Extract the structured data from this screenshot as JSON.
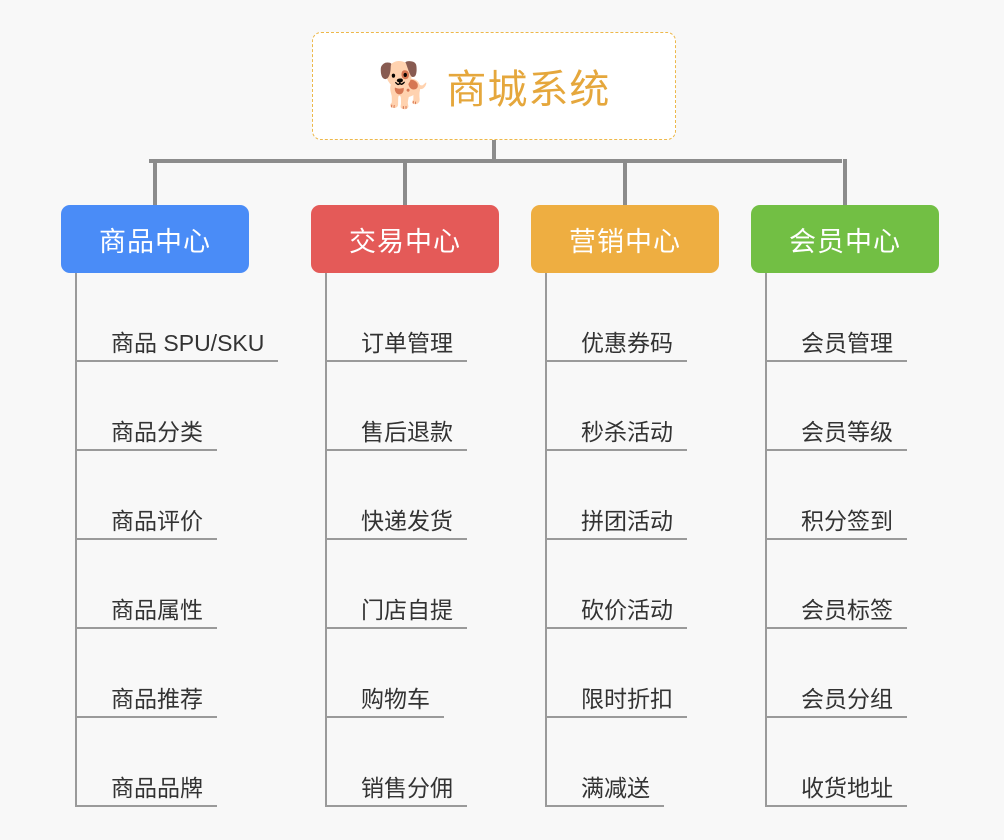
{
  "background_color": "#f8f8f8",
  "root": {
    "icon": "shiba-dog-face-emoji",
    "icon_glyph": "🐕",
    "title": "商城系统",
    "border_color": "#edb84a",
    "text_color": "#e5a73c"
  },
  "connector_color": "#8c8c8c",
  "columns": [
    {
      "header": "商品中心",
      "color": "#4a8cf7",
      "items": [
        "商品 SPU/SKU",
        "商品分类",
        "商品评价",
        "商品属性",
        "商品推荐",
        "商品品牌"
      ]
    },
    {
      "header": "交易中心",
      "color": "#e45a58",
      "items": [
        "订单管理",
        "售后退款",
        "快递发货",
        "门店自提",
        "购物车",
        "销售分佣"
      ]
    },
    {
      "header": "营销中心",
      "color": "#eeae41",
      "items": [
        "优惠券码",
        "秒杀活动",
        "拼团活动",
        "砍价活动",
        "限时折扣",
        "满减送"
      ]
    },
    {
      "header": "会员中心",
      "color": "#72bf44",
      "items": [
        "会员管理",
        "会员等级",
        "积分签到",
        "会员标签",
        "会员分组",
        "收货地址"
      ]
    }
  ]
}
